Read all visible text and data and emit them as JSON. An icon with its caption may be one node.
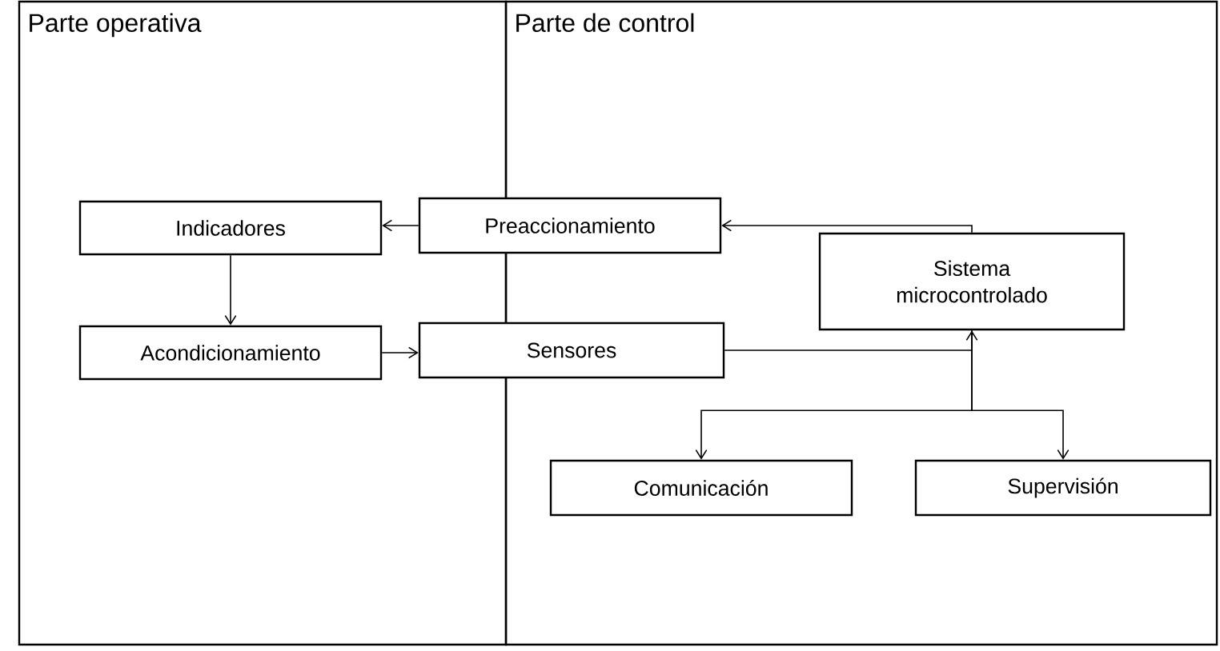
{
  "diagram": {
    "nodes": [
      {
        "text": [
          "Parte operativa"
        ]
      },
      {
        "text": [
          "Parte de control"
        ]
      },
      {
        "text": [
          "Indicadores"
        ],
        "in": 0
      },
      {
        "text": [
          "Preaccionamiento"
        ]
      },
      {
        "text": [
          "Sistema microcontrolado"
        ],
        "in": 1
      },
      {
        "text": [
          "Acondicionamiento"
        ],
        "in": 0
      },
      {
        "text": [
          "Sensores"
        ]
      },
      {
        "text": [
          "Comunicación"
        ],
        "in": 1
      },
      {
        "text": [
          "Supervisión"
        ],
        "in": 1
      }
    ],
    "edges": [
      {
        "from": 4,
        "to": 3,
        "arrow": "to"
      },
      {
        "from": 3,
        "to": 2,
        "arrow": "to"
      },
      {
        "from": 2,
        "to": 5,
        "arrow": "to"
      },
      {
        "from": 5,
        "to": 6,
        "arrow": "to"
      },
      {
        "from": 6,
        "to": 4,
        "arrow": "to"
      },
      {
        "from": 4,
        "to": 7,
        "arrow": "to"
      },
      {
        "from": 4,
        "to": 8,
        "arrow": "to"
      }
    ]
  }
}
